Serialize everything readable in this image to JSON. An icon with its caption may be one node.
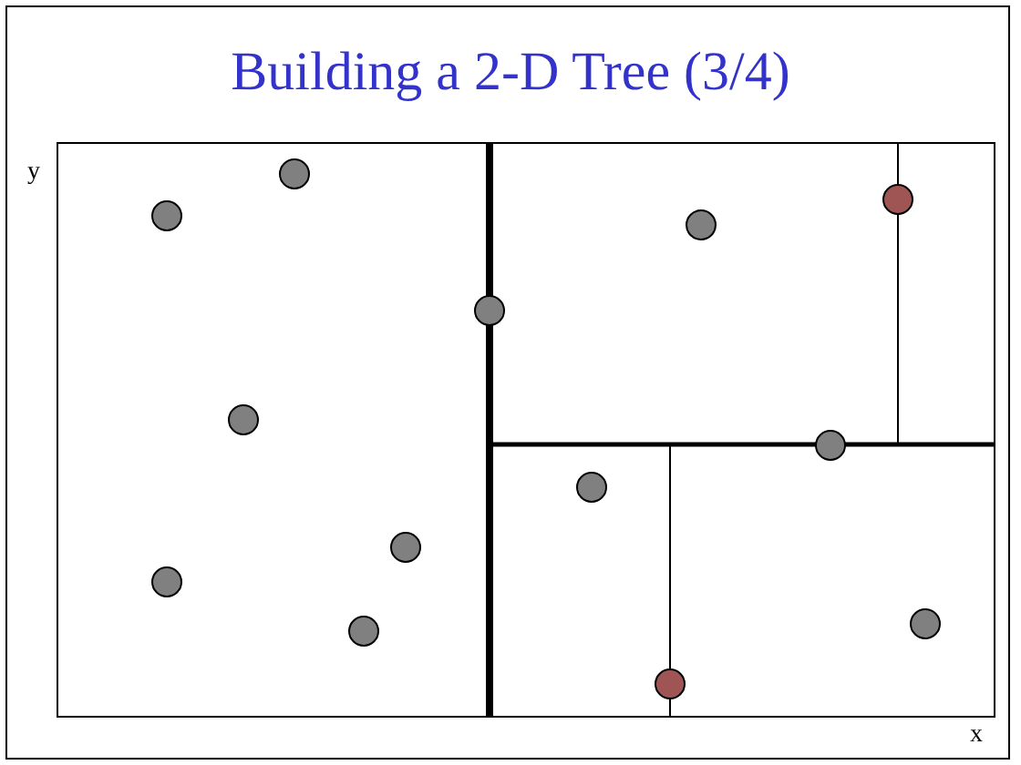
{
  "diagram": {
    "title": "Building a 2-D Tree (3/4)",
    "nodes": [
      {
        "text": [],
        "shape": "circle"
      },
      {
        "text": [],
        "shape": "circle"
      },
      {
        "text": [],
        "shape": "circle"
      },
      {
        "text": [],
        "shape": "circle"
      },
      {
        "text": [],
        "shape": "circle"
      },
      {
        "text": [],
        "shape": "circle"
      },
      {
        "text": [],
        "shape": "circle"
      },
      {
        "text": [],
        "shape": "circle"
      },
      {
        "text": [],
        "shape": "circle"
      },
      {
        "text": [],
        "shape": "circle"
      },
      {
        "text": [],
        "shape": "circle"
      },
      {
        "text": [],
        "shape": "circle"
      },
      {
        "text": [],
        "shape": "circle"
      }
    ],
    "labels": [
      "y",
      "x"
    ]
  }
}
